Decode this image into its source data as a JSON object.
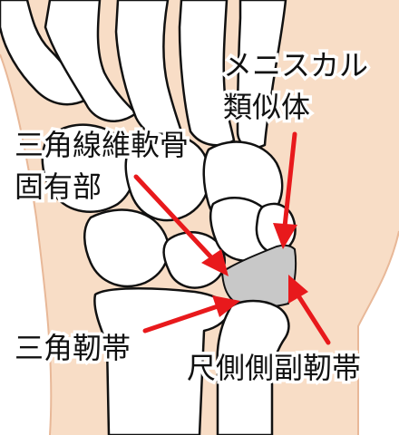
{
  "labels": {
    "meniscus_homologue": {
      "line1": "メニスカル",
      "line2": "類似体"
    },
    "tfcc_proper": {
      "line1": "三角線維軟骨",
      "line2": "固有部"
    },
    "triangular_ligament": "三角靭帯",
    "ulnar_collateral_ligament": "尺側側副靭帯"
  },
  "colors": {
    "skin": "#f8ddc6",
    "skin_edge": "#e8b898",
    "bone_fill": "#ffffff",
    "bone_outline": "#111111",
    "cartilage": "#c8c8c8",
    "arrow": "#e8191c",
    "text": "#111111"
  }
}
